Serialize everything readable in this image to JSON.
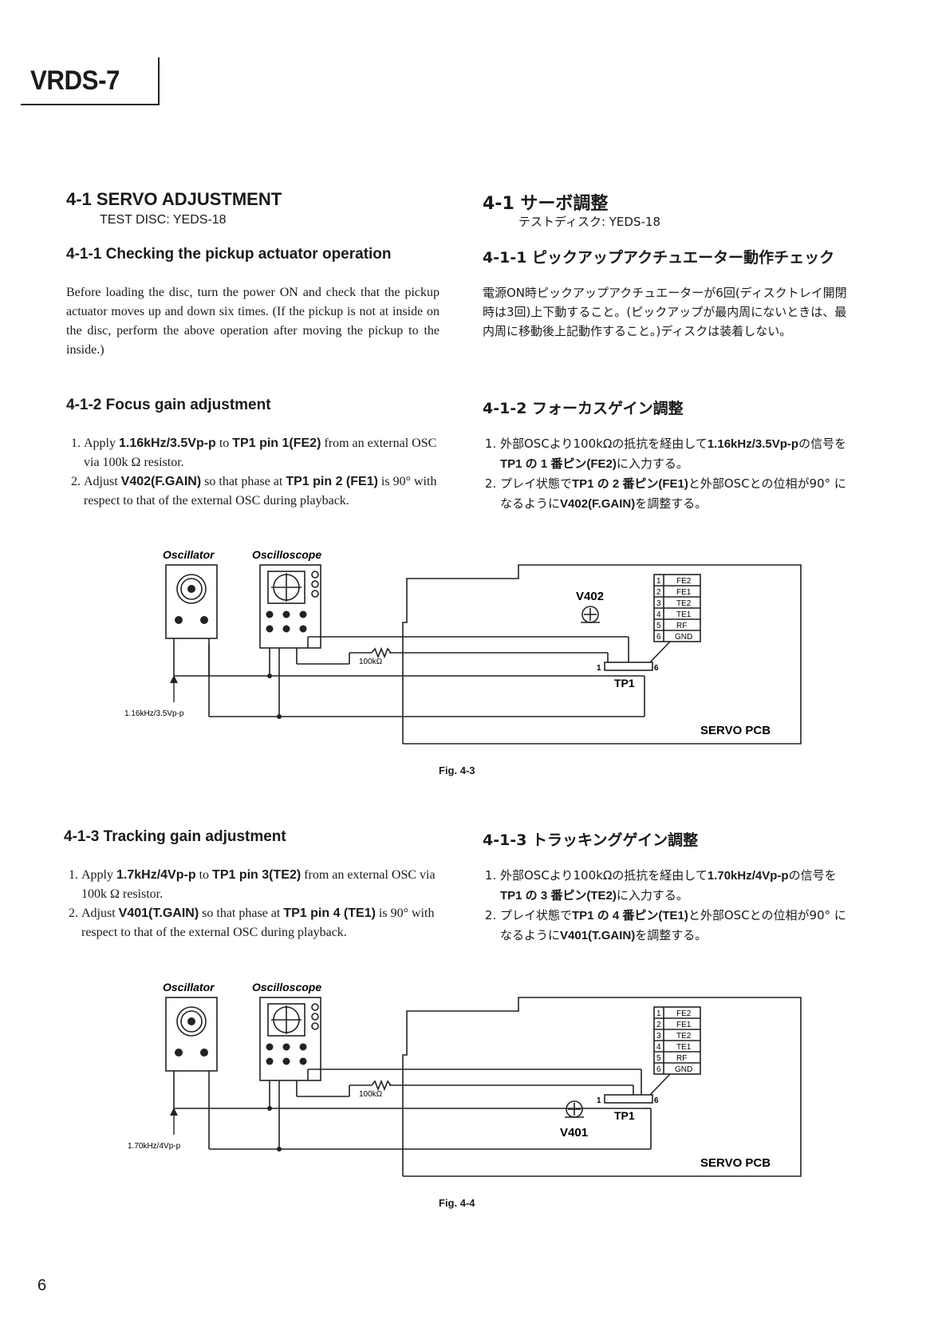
{
  "header": {
    "model": "VRDS-7"
  },
  "section": {
    "en": {
      "title": "4-1 SERVO  ADJUSTMENT",
      "test_disc": "TEST DISC:  YEDS-18"
    },
    "jp": {
      "title": "4-1 サーボ調整",
      "test_disc": "テストディスク:  YEDS-18"
    }
  },
  "sub1": {
    "en": {
      "title": "4-1-1 Checking the pickup actuator operation",
      "text": "Before loading the disc, turn the power ON and check that the pickup actuator moves up and down six times. (If the pickup is not at inside on the disc, perform the above operation after moving the pickup to the inside.)"
    },
    "jp": {
      "title": "4-1-1 ピックアップアクチュエーター動作チェック",
      "text": "電源ON時ピックアップアクチュエーターが6回(ディスクトレイ開閉時は3回)上下動すること。(ピックアップが最内周にないときは、最内周に移動後上記動作すること。)ディスクは装着しない。"
    }
  },
  "sub2": {
    "en": {
      "title": "4-1-2 Focus gain adjustment",
      "step1": {
        "a": "Apply ",
        "b": "1.16kHz/3.5Vp-p",
        "c": " to ",
        "d": "TP1  pin  1(FE2)",
        "e": " from an external OSC via 100k Ω resistor."
      },
      "step2": {
        "a": "Adjust ",
        "b": "V402(F.GAIN)",
        "c": " so that phase at ",
        "d": "TP1  pin  2 (FE1)",
        "e": " is 90° with respect to that of the external OSC during playback."
      }
    },
    "jp": {
      "title": "4-1-2 フォーカスゲイン調整",
      "step1": {
        "a": "外部OSCより100kΩの抵抗を経由して",
        "b": "1.16kHz/3.5Vp-p",
        "c": "の信号を",
        "d": "TP1 の 1 番ピン(FE2)",
        "e": "に入力する。"
      },
      "step2": {
        "a": "プレイ状態で",
        "b": "TP1 の 2 番ピン(FE1)",
        "c": "と外部OSCとの位相が90° になるように",
        "d": "V402(F.GAIN)",
        "e": "を調整する。"
      }
    }
  },
  "sub3": {
    "en": {
      "title": "4-1-3  Tracking gain adjustment",
      "step1": {
        "a": "Apply ",
        "b": "1.7kHz/4Vp-p",
        "c": " to ",
        "d": "TP1  pin  3(TE2)",
        "e": " from an external OSC via 100k Ω resistor."
      },
      "step2": {
        "a": "Adjust ",
        "b": "V401(T.GAIN)",
        "c": " so that phase at ",
        "d": "TP1  pin  4 (TE1)",
        "e": " is 90° with respect to that of the external OSC during playback."
      }
    },
    "jp": {
      "title": "4-1-3 トラッキングゲイン調整",
      "step1": {
        "a": "外部OSCより100kΩの抵抗を経由して",
        "b": "1.70kHz/4Vp-p",
        "c": "の信号を",
        "d": "TP1 の 3 番ピン(TE2)",
        "e": "に入力する。"
      },
      "step2": {
        "a": "プレイ状態で",
        "b": "TP1 の 4 番ピン(TE1)",
        "c": "と外部OSCとの位相が90° になるように",
        "d": "V401(T.GAIN)",
        "e": "を調整する。"
      }
    }
  },
  "fig3": {
    "caption": "Fig. 4-3",
    "oscillator": "Oscillator",
    "oscilloscope": "Oscilloscope",
    "vr": "V402",
    "resistor": "100kΩ",
    "signal": "1.16kHz/3.5Vp-p",
    "tp": "TP1",
    "pin_first": "1",
    "pin_last": "6",
    "pcb": "SERVO PCB"
  },
  "fig4": {
    "caption": "Fig. 4-4",
    "oscillator": "Oscillator",
    "oscilloscope": "Oscilloscope",
    "vr": "V401",
    "resistor": "100kΩ",
    "signal": "1.70kHz/4Vp-p",
    "tp": "TP1",
    "pin_first": "1",
    "pin_last": "6",
    "pcb": "SERVO PCB"
  },
  "pins": [
    {
      "num": "1",
      "name": "FE2"
    },
    {
      "num": "2",
      "name": "FE1"
    },
    {
      "num": "3",
      "name": "TE2"
    },
    {
      "num": "4",
      "name": "TE1"
    },
    {
      "num": "5",
      "name": "RF"
    },
    {
      "num": "6",
      "name": "GND"
    }
  ],
  "page_number": "6"
}
